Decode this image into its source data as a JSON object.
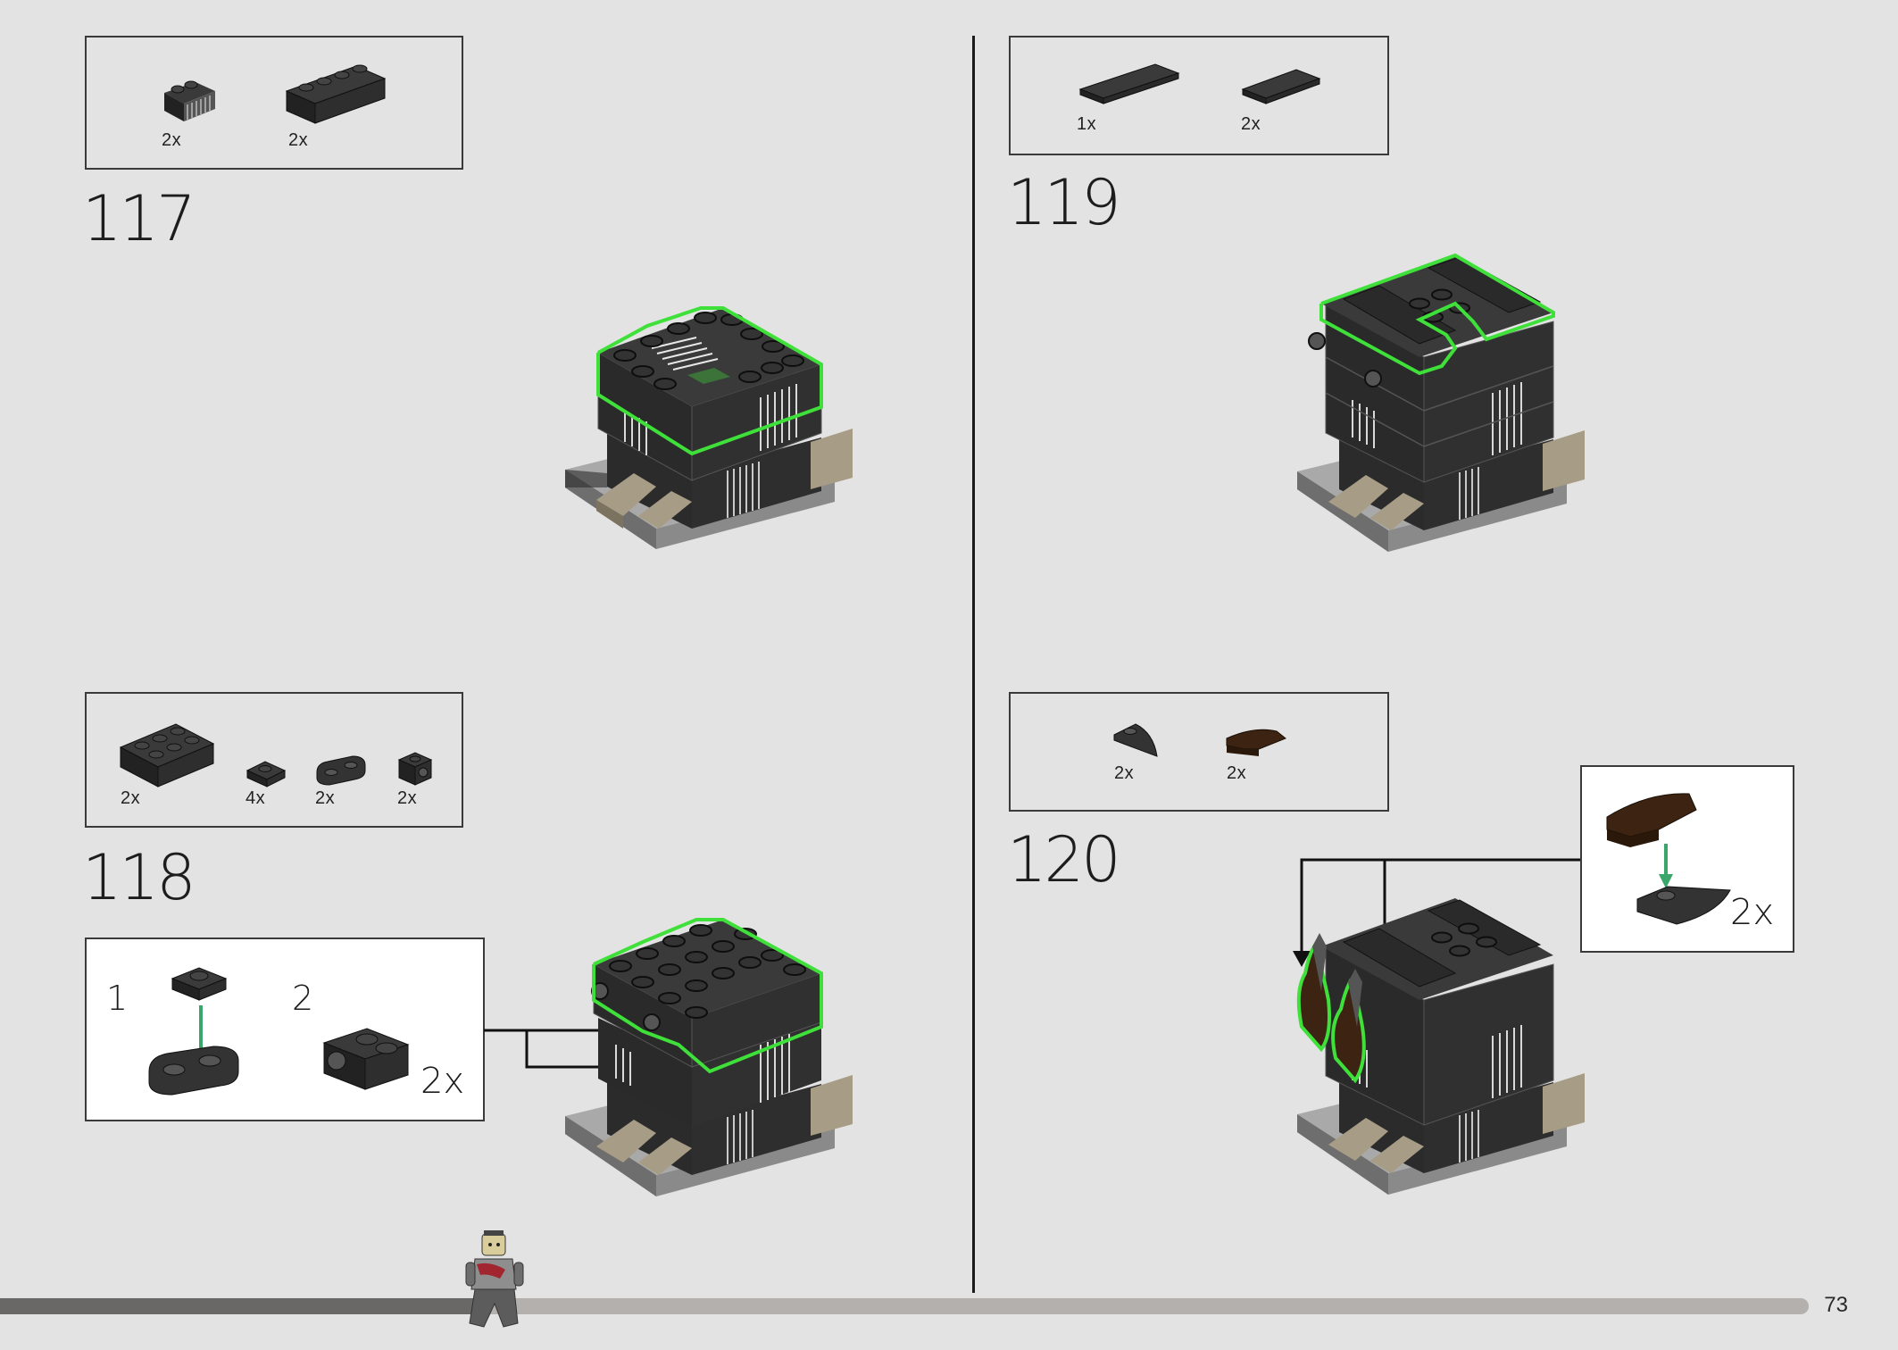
{
  "page": {
    "number": "73"
  },
  "progress": {
    "fraction": 0.265
  },
  "steps": [
    {
      "number": "117",
      "parts": [
        {
          "qty": "2x",
          "icon": "grille-brick-icon"
        },
        {
          "qty": "2x",
          "icon": "brick-1x4-icon"
        }
      ]
    },
    {
      "number": "118",
      "parts": [
        {
          "qty": "2x",
          "icon": "brick-2x3-icon"
        },
        {
          "qty": "4x",
          "icon": "plate-1x1-icon"
        },
        {
          "qty": "2x",
          "icon": "plate-1x2-rounded-icon"
        },
        {
          "qty": "2x",
          "icon": "brick-1x1-stud-side-icon"
        }
      ],
      "subassembly": {
        "step1": "1",
        "step2": "2",
        "qty": "2x"
      }
    },
    {
      "number": "119",
      "parts": [
        {
          "qty": "1x",
          "icon": "tile-1x6-icon"
        },
        {
          "qty": "2x",
          "icon": "tile-1x4-icon"
        }
      ]
    },
    {
      "number": "120",
      "parts": [
        {
          "qty": "2x",
          "icon": "wedge-plate-icon"
        },
        {
          "qty": "2x",
          "icon": "curved-slope-brown-icon"
        }
      ],
      "callout": {
        "qty": "2x"
      }
    }
  ],
  "colors": {
    "background": "#e3e3e3",
    "highlight": "#3fe03a",
    "brick": "#2b2b2b",
    "tan": "#a79c85",
    "brown": "#3d2412",
    "arrow": "#3aa66a"
  }
}
